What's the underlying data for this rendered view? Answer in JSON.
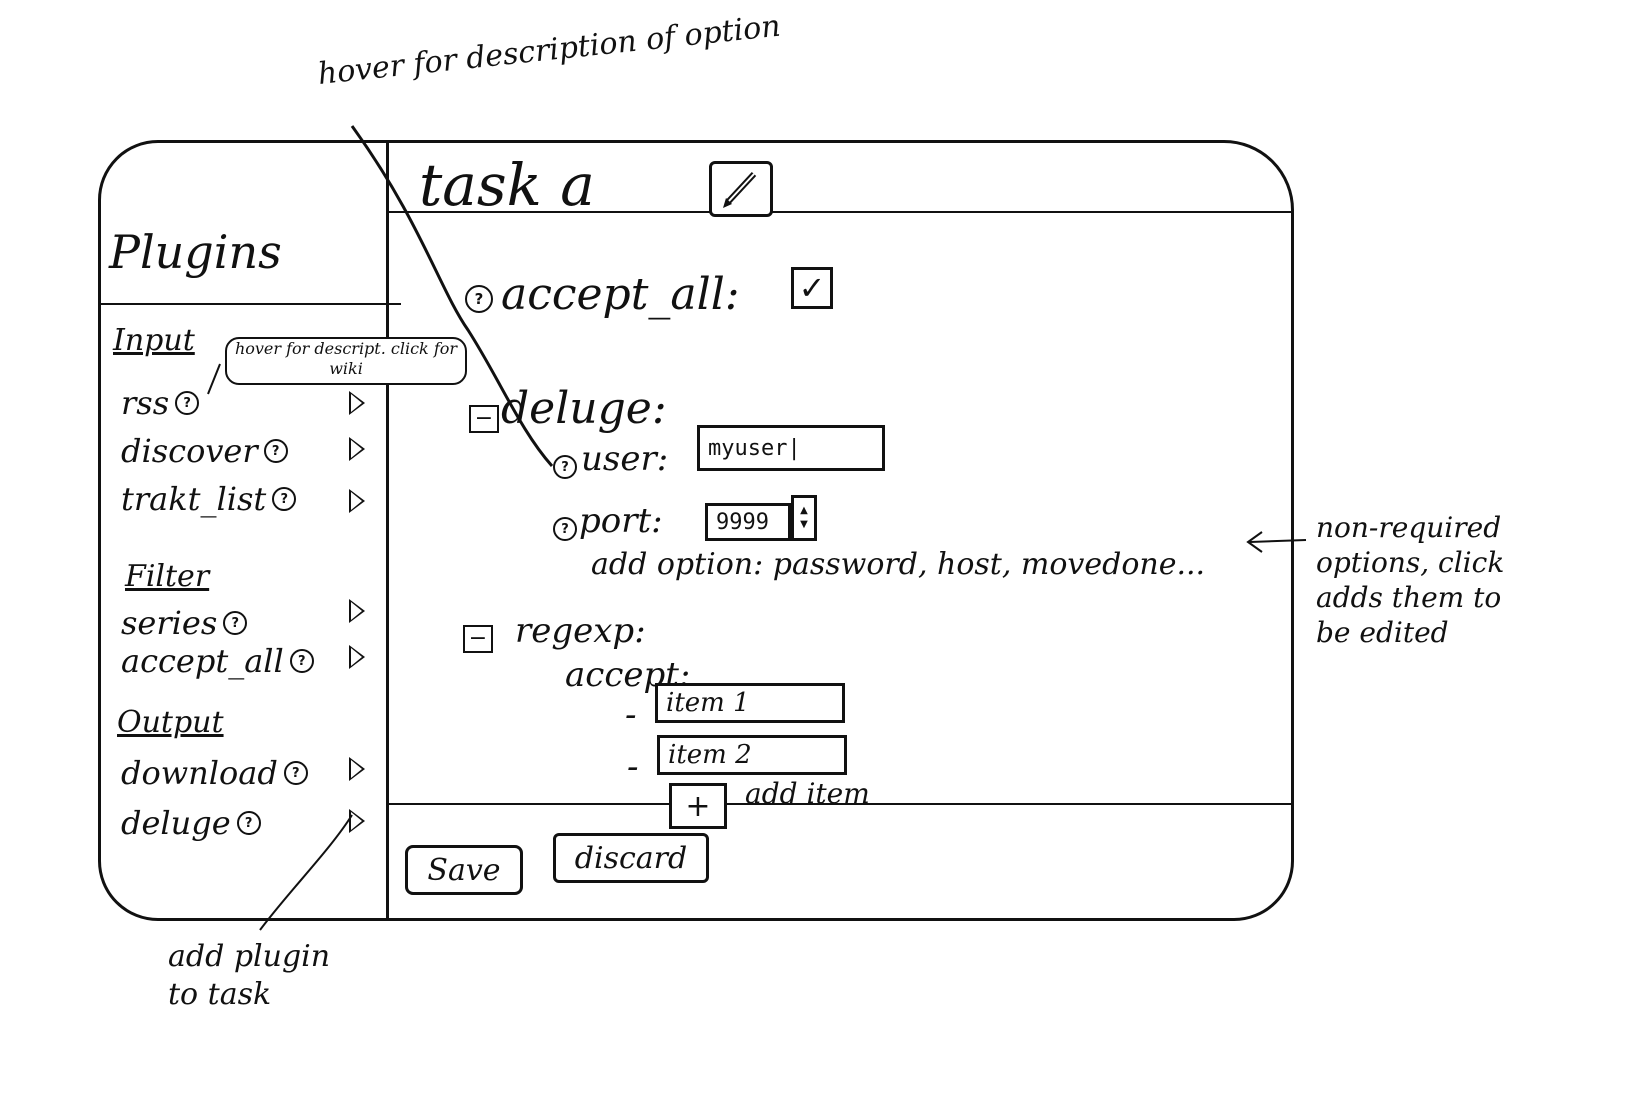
{
  "annotations": {
    "top": "hover for description of option",
    "right": "non-required options, click adds them to be edited",
    "bottom": "add plugin to task",
    "tooltip": "hover for descript. click for wiki"
  },
  "header": {
    "title": "task a",
    "edit_icon": "pencil-icon"
  },
  "sidebar": {
    "title": "Plugins",
    "sections": [
      {
        "label": "Input",
        "items": [
          {
            "label": "rss"
          },
          {
            "label": "discover"
          },
          {
            "label": "trakt_list"
          }
        ]
      },
      {
        "label": "Filter",
        "items": [
          {
            "label": "series"
          },
          {
            "label": "accept_all"
          }
        ]
      },
      {
        "label": "Output",
        "items": [
          {
            "label": "download"
          },
          {
            "label": "deluge"
          }
        ]
      }
    ],
    "help_glyph": "?"
  },
  "main": {
    "accept_all": {
      "label": "accept_all:",
      "checked": true,
      "checkmark": "✓"
    },
    "deluge": {
      "label": "deluge:",
      "collapse_glyph": "−",
      "user": {
        "label": "user:",
        "value": "myuser|"
      },
      "port": {
        "label": "port:",
        "value": "9999"
      },
      "add_option": "add option: password, host, movedone..."
    },
    "regexp": {
      "label": "regexp:",
      "collapse_glyph": "−",
      "accept_label": "accept:",
      "items": [
        "item 1",
        "item 2"
      ],
      "item_dash": "-",
      "add_item_label": "add item",
      "add_item_glyph": "+"
    }
  },
  "footer": {
    "save_label": "Save",
    "discard_label": "discard"
  }
}
